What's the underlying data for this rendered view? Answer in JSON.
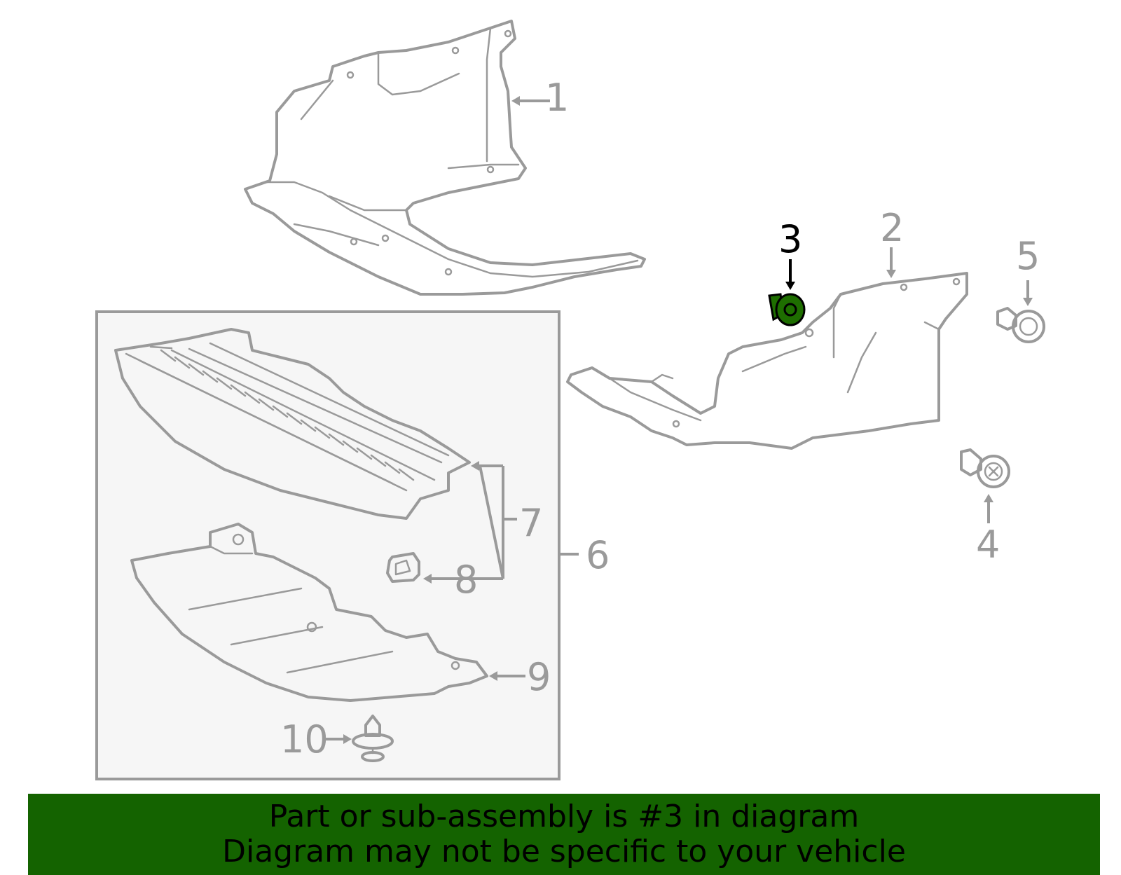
{
  "callouts": {
    "c1": "1",
    "c2": "2",
    "c3": "3",
    "c4": "4",
    "c5": "5",
    "c6": "6",
    "c7": "7",
    "c8": "8",
    "c9": "9",
    "c10": "10"
  },
  "highlighted_part": "3",
  "colors": {
    "line": "#9a9a9a",
    "highlight_fill": "#1e6e00",
    "banner_bg": "#146300",
    "box_bg": "#f6f6f6",
    "box_border": "#9a9a9a"
  },
  "banner": {
    "line1": "Part or sub-assembly is #3 in diagram",
    "line2": "Diagram may not be specific to your vehicle"
  }
}
